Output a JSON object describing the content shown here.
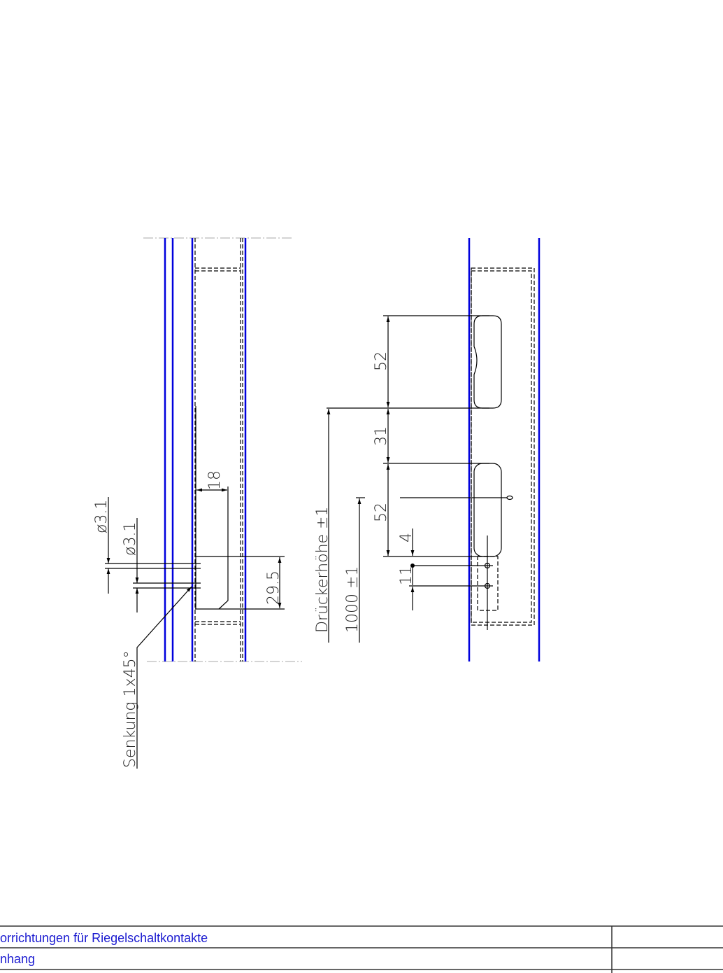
{
  "drawing": {
    "left_view": {
      "dim_width": "18",
      "dim_height": "29.5",
      "hole_dia_1": "ø3.1",
      "hole_dia_2": "ø3.1",
      "countersink_note": "Senkung 1x45°"
    },
    "right_view": {
      "dim_slot_upper": "52",
      "dim_gap": "31",
      "dim_slot_lower": "52",
      "dim_offset": "4",
      "dim_hole_spacing": "11",
      "handle_height": "Drückerhöhe ±1",
      "height_1000": "1000 ±1"
    },
    "colors": {
      "frame_line": "#0000dd",
      "title_text": "#1a1ad0"
    }
  },
  "title_block": {
    "row1": "orrichtungen für Riegelschaltkontakte",
    "row2": "nhang"
  }
}
